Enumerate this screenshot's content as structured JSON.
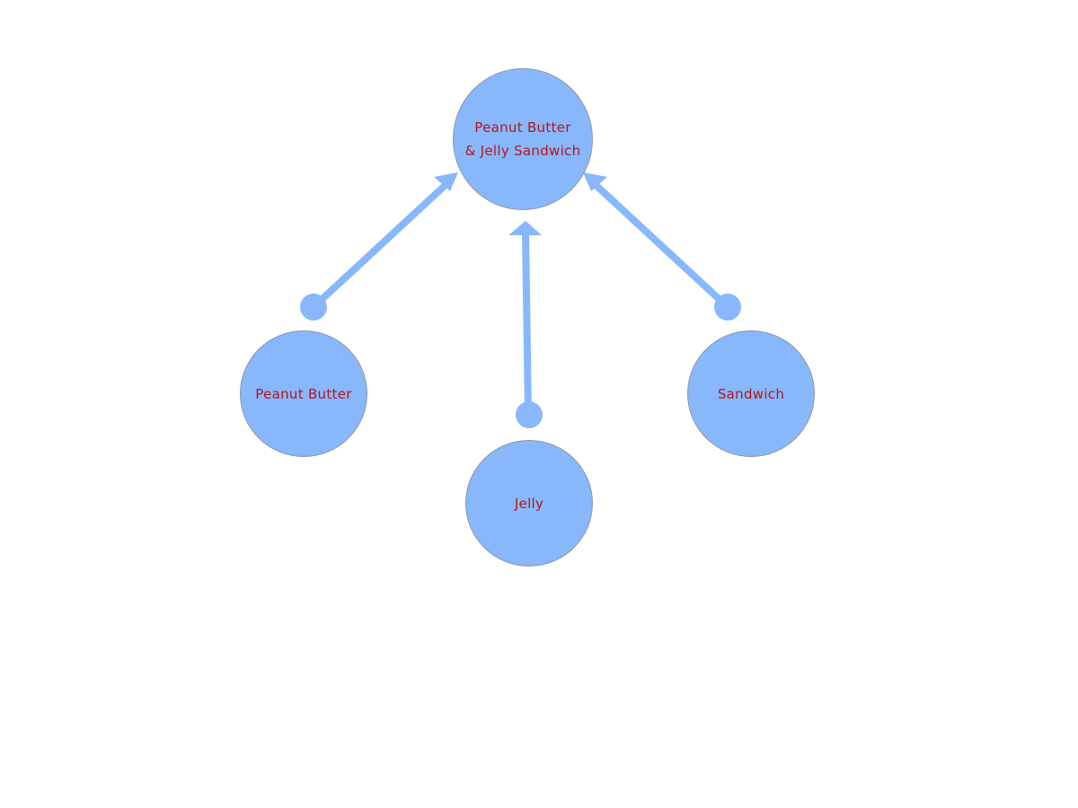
{
  "colors": {
    "node_fill": "#88b8fb",
    "edge": "#88b8fb",
    "label_text": "#b8141a",
    "background": "#ffffff"
  },
  "diagram": {
    "result_node": {
      "line1": "Peanut Butter",
      "line2": "& Jelly Sandwich"
    },
    "input_nodes": {
      "peanut_butter": "Peanut Butter",
      "jelly": "Jelly",
      "sandwich": "Sandwich"
    }
  }
}
